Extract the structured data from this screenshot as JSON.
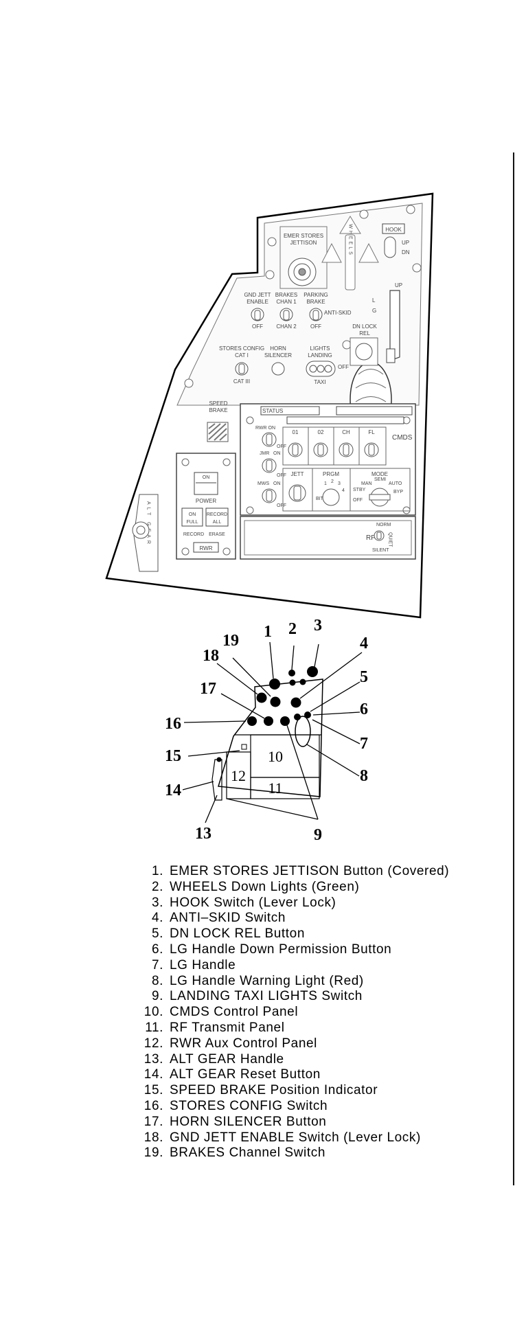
{
  "cockpit_panel": {
    "emer_stores_jettison_label": [
      "EMER STORES",
      "JETTISON"
    ],
    "wheels_label": "WHEELS",
    "hook_label": "HOOK",
    "up_label": "UP",
    "dn_label": "DN",
    "lg_label": [
      "L",
      "G"
    ],
    "gnd_jett_label": [
      "GND JETT",
      "ENABLE"
    ],
    "brakes_label": [
      "BRAKES",
      "CHAN 1"
    ],
    "chan2_label": "CHAN 2",
    "parking_brake_label": [
      "PARKING",
      "BRAKE"
    ],
    "anti_skid_label": "ANTI-SKID",
    "off_label": "OFF",
    "dn_lock_rel_label": [
      "DN LOCK",
      "REL"
    ],
    "stores_config_label": [
      "STORES CONFIG",
      "CAT I"
    ],
    "cat3_label": "CAT III",
    "horn_silencer_label": [
      "HORN",
      "SILENCER"
    ],
    "lights_label": [
      "LIGHTS",
      "LANDING"
    ],
    "taxi_label": "TAXI",
    "speed_brake_label": [
      "SPEED",
      "BRAKE"
    ],
    "status_label": "STATUS",
    "cmds_label": "CMDS",
    "rwr_on_label": "RWR ON",
    "jmr_label": "JMR",
    "mws_label": "MWS",
    "on_label": "ON",
    "o1_label": "01",
    "o2_label": "02",
    "ch_label": "CH",
    "fl_label": "FL",
    "jett_label": "JETT",
    "prgm_label": "PRGM",
    "prgm_bit": "BIT",
    "prgm_nums": [
      "1",
      "2",
      "3",
      "4"
    ],
    "mode_label": "MODE",
    "mode_positions": [
      "OFF",
      "STBY",
      "MAN",
      "SEMI",
      "AUTO",
      "BYP"
    ],
    "power_label": "POWER",
    "rwr_label": "RWR",
    "full_label": "FULL",
    "all_label": "ALL",
    "record_label": "RECORD",
    "erase_label": "ERASE",
    "rwr_on_box": "ON",
    "alt_gear_label": "ALT GEAR",
    "rf_label": "RF",
    "norm_label": "NORM",
    "quiet_label": "QUIET",
    "silent_label": "SILENT"
  },
  "locator": {
    "callouts": [
      "1",
      "2",
      "3",
      "4",
      "5",
      "6",
      "7",
      "8",
      "9",
      "13",
      "14",
      "15",
      "16",
      "17",
      "18",
      "19"
    ],
    "regions": [
      "10",
      "11",
      "12"
    ]
  },
  "legend": [
    {
      "num": "1.",
      "text": "EMER STORES JETTISON Button (Covered)"
    },
    {
      "num": "2.",
      "text": "WHEELS Down Lights (Green)"
    },
    {
      "num": "3.",
      "text": "HOOK Switch (Lever Lock)"
    },
    {
      "num": "4.",
      "text": "ANTI–SKID Switch"
    },
    {
      "num": "5.",
      "text": "DN LOCK REL Button"
    },
    {
      "num": "6.",
      "text": "LG Handle Down Permission Button"
    },
    {
      "num": "7.",
      "text": "LG Handle"
    },
    {
      "num": "8.",
      "text": "LG Handle Warning Light (Red)"
    },
    {
      "num": "9.",
      "text": "LANDING TAXI LIGHTS Switch"
    },
    {
      "num": "10.",
      "text": "CMDS Control Panel"
    },
    {
      "num": "11.",
      "text": "RF Transmit Panel"
    },
    {
      "num": "12.",
      "text": "RWR Aux Control Panel"
    },
    {
      "num": "13.",
      "text": "ALT GEAR Handle"
    },
    {
      "num": "14.",
      "text": "ALT GEAR Reset Button"
    },
    {
      "num": "15.",
      "text": "SPEED BRAKE Position Indicator"
    },
    {
      "num": "16.",
      "text": "STORES CONFIG Switch"
    },
    {
      "num": "17.",
      "text": "HORN SILENCER Button"
    },
    {
      "num": "18.",
      "text": "GND JETT ENABLE Switch (Lever Lock)"
    },
    {
      "num": "19.",
      "text": "BRAKES Channel Switch"
    }
  ]
}
